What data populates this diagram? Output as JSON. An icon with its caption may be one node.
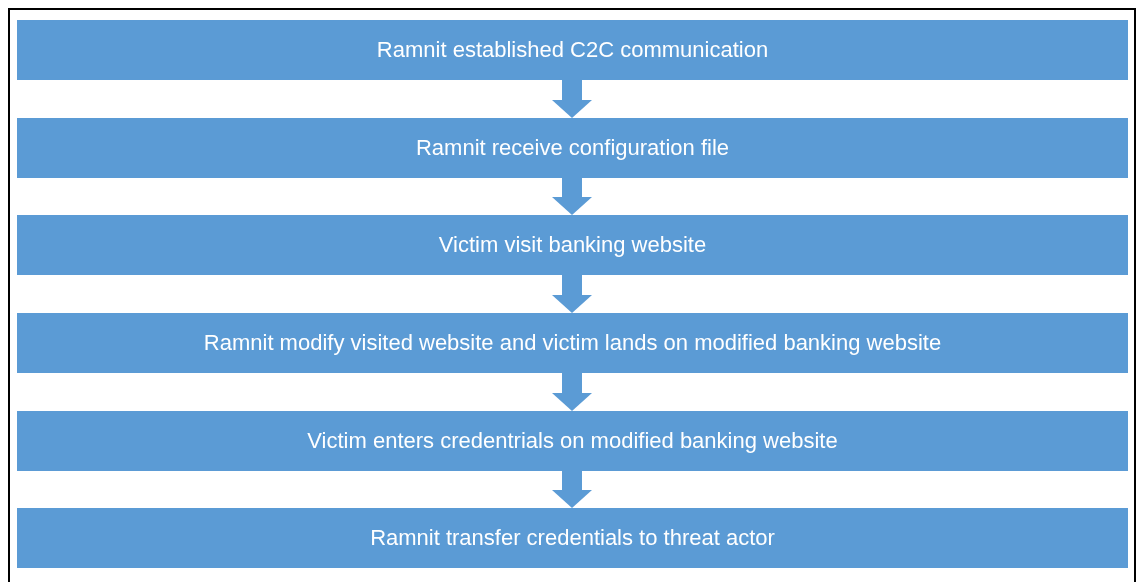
{
  "diagram": {
    "nodes": [
      {
        "text": [
          "Ramnit established C2C communication"
        ]
      },
      {
        "text": [
          "Ramnit receive configuration file"
        ]
      },
      {
        "text": [
          "Victim visit banking website"
        ]
      },
      {
        "text": [
          "Ramnit modify visited website and victim lands on modified banking website"
        ]
      },
      {
        "text": [
          "Victim enters credentrials on modified banking website"
        ]
      },
      {
        "text": [
          "Ramnit transfer credentials to threat actor"
        ]
      }
    ],
    "edges": [
      {
        "from": 0,
        "to": 1,
        "arrow": "to"
      },
      {
        "from": 1,
        "to": 2,
        "arrow": "to"
      },
      {
        "from": 2,
        "to": 3,
        "arrow": "to"
      },
      {
        "from": 3,
        "to": 4,
        "arrow": "to"
      },
      {
        "from": 4,
        "to": 5,
        "arrow": "to"
      }
    ]
  }
}
